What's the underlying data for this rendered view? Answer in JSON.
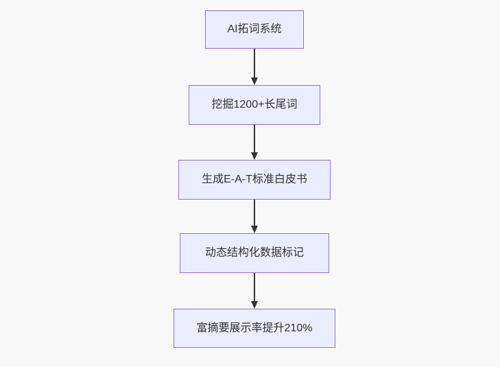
{
  "page": {
    "background": "#f8f8f8"
  },
  "flowchart": {
    "type": "flowchart",
    "direction": "top-down",
    "theme": {
      "node_fill": "#ECECFF",
      "node_border": "#9370DB",
      "text_color": "#333333",
      "arrow_color": "#333333"
    },
    "nodes": [
      {
        "id": "n1",
        "label": "AI拓词系统"
      },
      {
        "id": "n2",
        "label": "挖掘1200+长尾词"
      },
      {
        "id": "n3",
        "label": "生成E-A-T标准白皮书"
      },
      {
        "id": "n4",
        "label": "动态结构化数据标记"
      },
      {
        "id": "n5",
        "label": "富摘要展示率提升210%"
      }
    ],
    "edges": [
      {
        "from": "n1",
        "to": "n2",
        "style": "arrow-down"
      },
      {
        "from": "n2",
        "to": "n3",
        "style": "arrow-down"
      },
      {
        "from": "n3",
        "to": "n4",
        "style": "arrow-down"
      },
      {
        "from": "n4",
        "to": "n5",
        "style": "arrow-down"
      }
    ]
  }
}
